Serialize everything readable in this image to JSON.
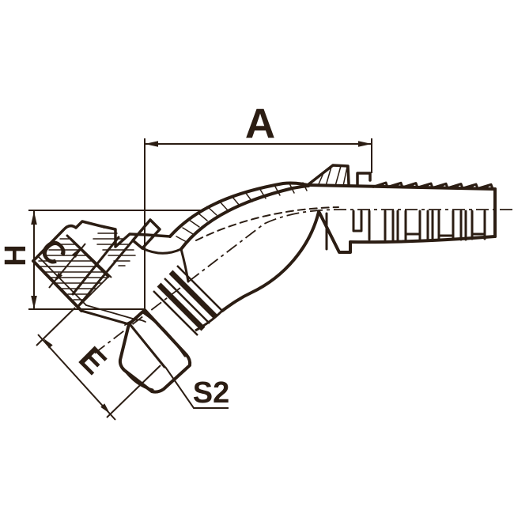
{
  "figure": {
    "type": "technical-line-drawing",
    "description": "45-degree elbow hose fitting shown in half section with hose tail, swivel hex nut and female thread",
    "ink_color": "#2b1d13",
    "background_color": "#ffffff"
  },
  "dimensions": {
    "a_label": "A",
    "h_label": "H",
    "c_label": "C",
    "e_label": "E",
    "s2_label": "S2"
  }
}
